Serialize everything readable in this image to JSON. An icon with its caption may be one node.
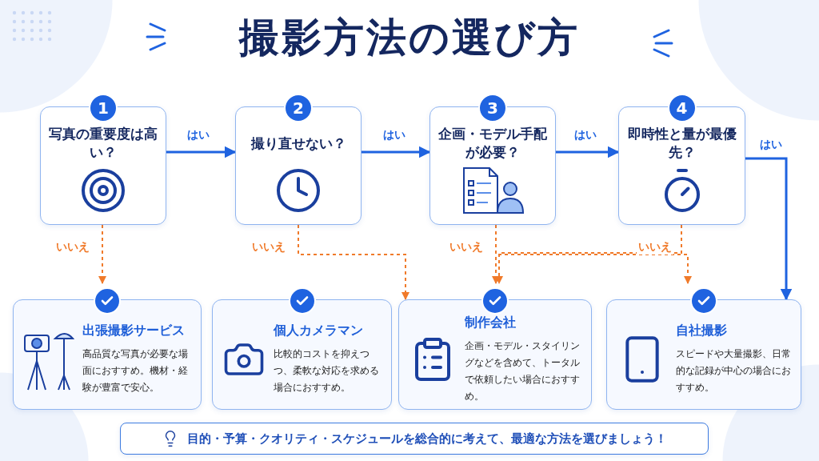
{
  "diagram": {
    "title": "撮影方法の選び方",
    "nodes": [
      {
        "text": [
          "1",
          "写真の重要度は高い？"
        ]
      },
      {
        "text": [
          "2",
          "撮り直せない？"
        ]
      },
      {
        "text": [
          "3",
          "企画・モデル手配が必要？"
        ]
      },
      {
        "text": [
          "4",
          "即時性と量が最優先？"
        ]
      },
      {
        "text": [
          "出張撮影サービス",
          "高品質な写真が必要な場面におすすめ。機材・経験が豊富で安心。"
        ]
      },
      {
        "text": [
          "個人カメラマン",
          "比較的コストを抑えつつ、柔軟な対応を求める場合におすすめ。"
        ]
      },
      {
        "text": [
          "制作会社",
          "企画・モデル・スタイリングなどを含めて、トータルで依頼したい場合におすすめ。"
        ]
      },
      {
        "text": [
          "自社撮影",
          "スピードや大量撮影、日常的な記録が中心の場合におすすめ。"
        ]
      },
      {
        "text": [
          "目的・予算・クオリティ・スケジュールを総合的に考えて、最適な方法を選びましょう！"
        ]
      }
    ],
    "edges": [
      {
        "from": 0,
        "to": 1,
        "arrow": "to",
        "label": "はい",
        "color": "#1f63e0"
      },
      {
        "from": 1,
        "to": 2,
        "arrow": "to",
        "label": "はい",
        "color": "#1f63e0"
      },
      {
        "from": 2,
        "to": 3,
        "arrow": "to",
        "label": "はい",
        "color": "#1f63e0"
      },
      {
        "from": 3,
        "to": 7,
        "arrow": "to",
        "label": "はい",
        "color": "#1f63e0"
      },
      {
        "from": 0,
        "to": 4,
        "arrow": "to",
        "label": "いいえ",
        "style": "dashed"
      },
      {
        "from": 1,
        "to": 6,
        "arrow": "to",
        "label": "いいえ",
        "style": "dashed"
      },
      {
        "from": 2,
        "to": 6,
        "arrow": "to",
        "label": "いいえ",
        "style": "dashed"
      },
      {
        "from": 2,
        "to": 7,
        "arrow": "to",
        "style": "dashed"
      },
      {
        "from": 3,
        "to": 6,
        "arrow": "to",
        "label": "いいえ",
        "style": "dashed"
      }
    ]
  }
}
